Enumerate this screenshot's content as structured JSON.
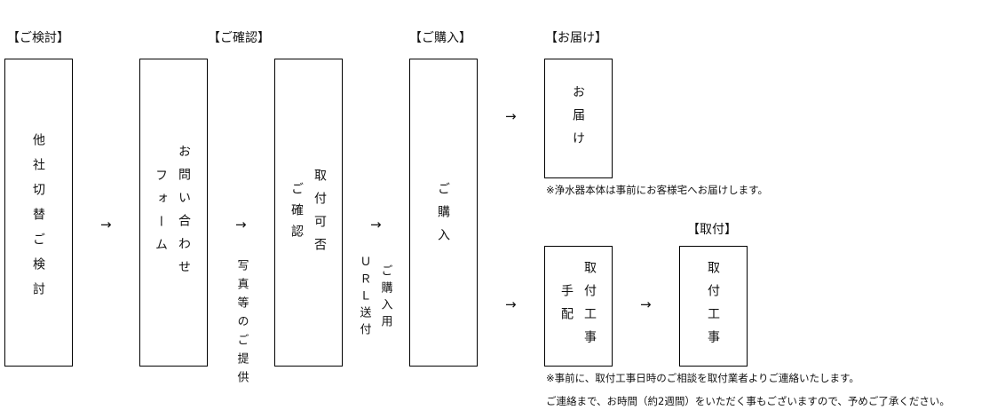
{
  "headers": {
    "consider": "【ご検討】",
    "confirm": "【ご確認】",
    "purchase": "【ご購入】",
    "delivery": "【お届け】",
    "install": "【取付】"
  },
  "boxes": {
    "switch": "他社切替ご検討",
    "inquiry_1": "お問い合わせ",
    "inquiry_2": "フォーム",
    "check_1": "取付可否",
    "check_2": "ご確認",
    "purchase": "ご購入",
    "delivery": "お届け",
    "arrange_1": "取付工事",
    "arrange_2": "手配",
    "install": "取付工事"
  },
  "arrow": "→",
  "flow_notes": {
    "photos": "写真等のご提供",
    "url_1": "ＵＲＬ送付",
    "url_2": "ご購入用"
  },
  "notes": {
    "delivery": "※浄水器本体は事前にお客様宅へお届けします。",
    "install_1": "※事前に、取付工事日時のご相談を取付業者よりご連絡いたします。",
    "install_2": "ご連絡まで、お時間（約2週間）をいただく事もございますので、予めご了承ください。"
  }
}
